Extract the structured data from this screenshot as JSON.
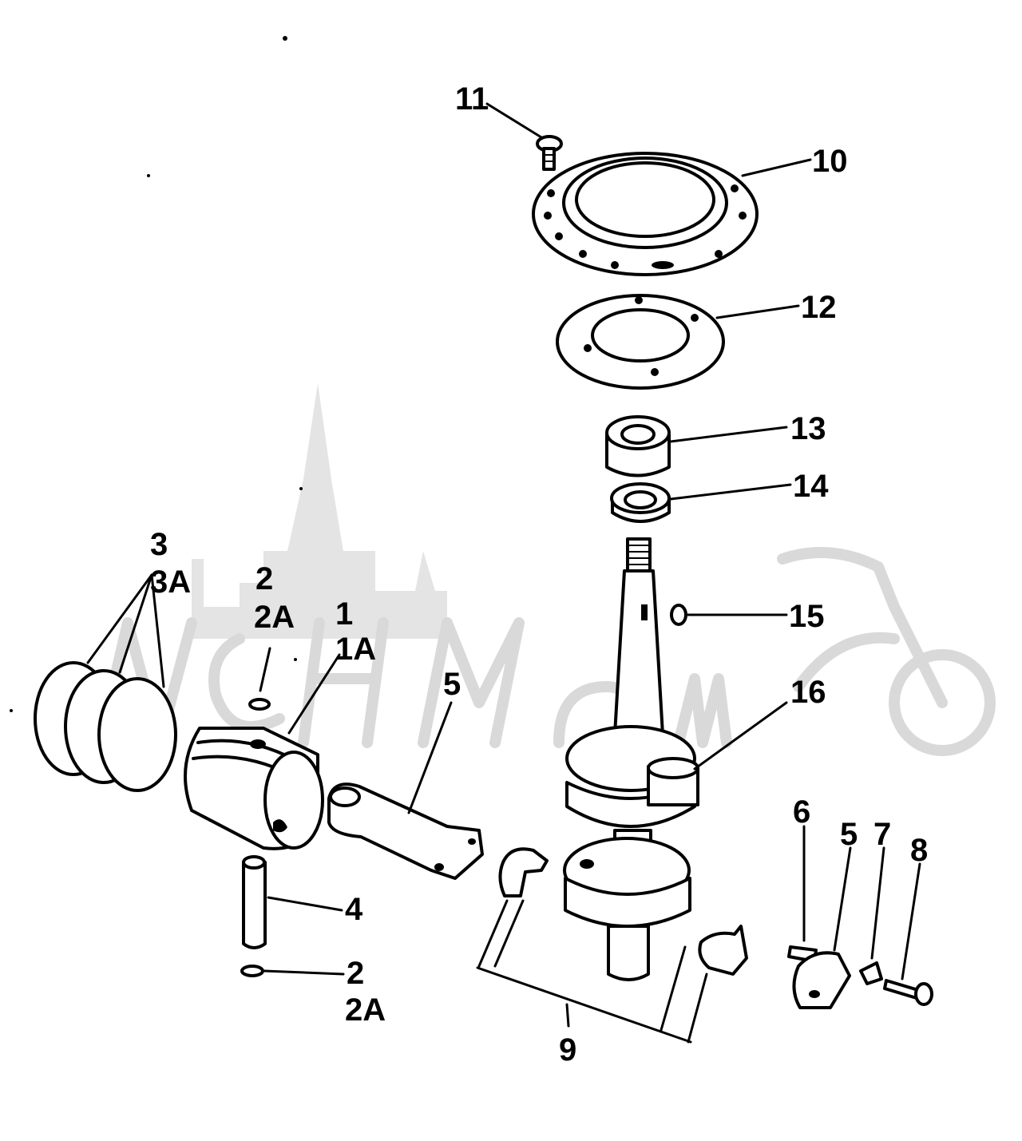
{
  "labels": {
    "l11": "11",
    "l10": "10",
    "l12": "12",
    "l13": "13",
    "l14": "14",
    "l15": "15",
    "l16": "16",
    "l3a": "3",
    "l3b": "3A",
    "l2a": "2",
    "l2b": "2A",
    "l1a": "1",
    "l1b": "1A",
    "l5a": "5",
    "l4": "4",
    "l2c": "2",
    "l2d": "2A",
    "l9": "9",
    "l6": "6",
    "l5b": "5",
    "l7": "7",
    "l8": "8"
  }
}
